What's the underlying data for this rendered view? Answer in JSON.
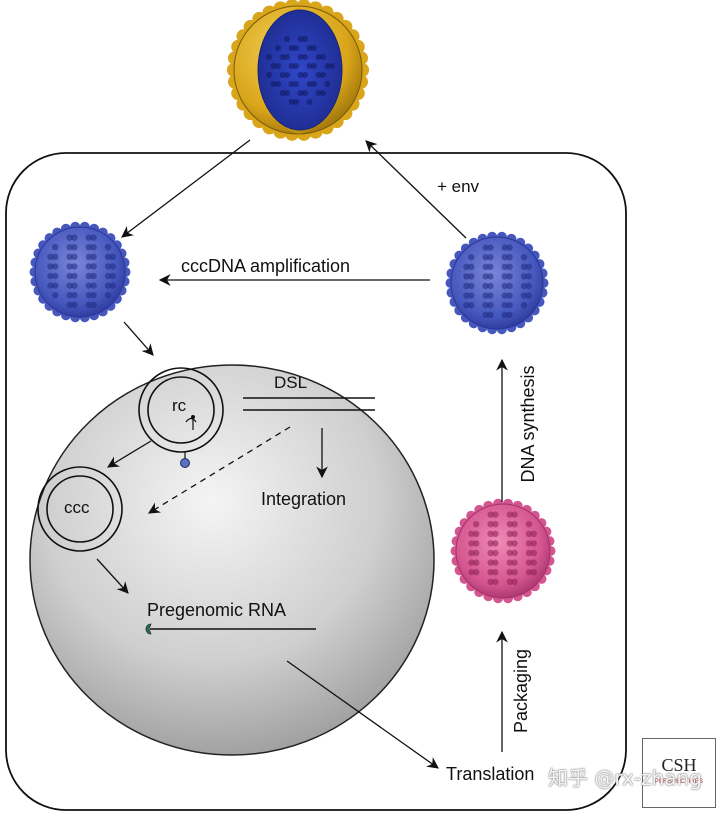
{
  "labels": {
    "cccdna_amplification": "cccDNA amplification",
    "env": "+ env",
    "dsl": "DSL",
    "rc": "rc",
    "ccc": "ccc",
    "integration": "Integration",
    "pregenomic_rna": "Pregenomic RNA",
    "translation": "Translation",
    "dna_synthesis": "DNA synthesis",
    "packaging": "Packaging"
  },
  "logo": {
    "text": "CSH",
    "subtext": "PERSPECTIVES"
  },
  "watermark": "知乎 @rx-zhang",
  "colors": {
    "envelope": "#d9a51a",
    "capsid_blue": "#3a4fc0",
    "capsid_light": "#6f7ad0",
    "capsid_pink": "#d04a85",
    "nucleus_fill": "#b9b9b9"
  }
}
